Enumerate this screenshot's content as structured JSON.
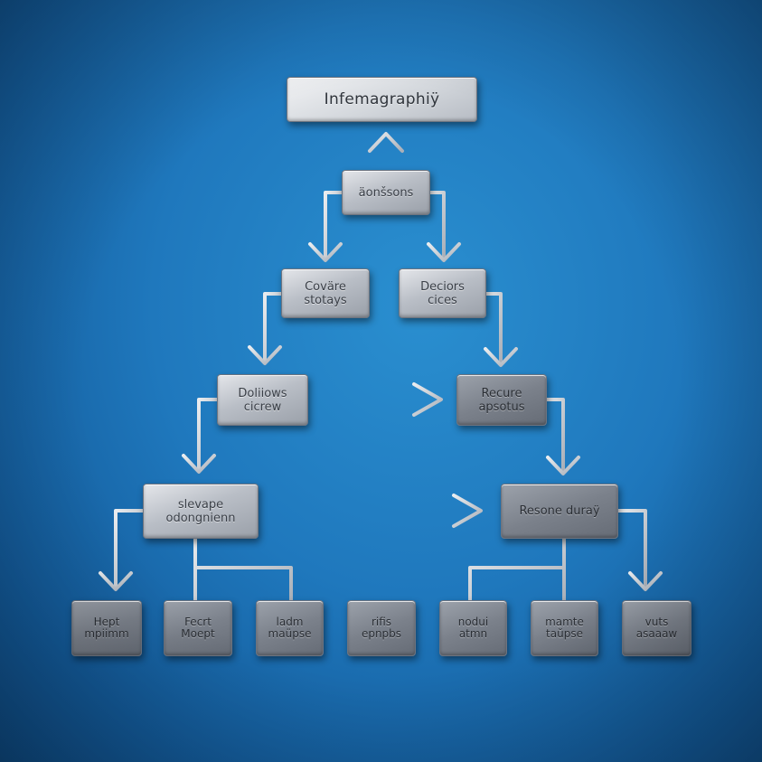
{
  "diagram": {
    "nodes": [
      {
        "id": "title",
        "label": "Infemagraphiÿ"
      },
      {
        "id": "n1",
        "label": "äonšsons"
      },
      {
        "id": "n2",
        "label": "Coväre\nstotays"
      },
      {
        "id": "n3",
        "label": "Deciors\ncices"
      },
      {
        "id": "n4",
        "label": "Doliiows\ncicrew"
      },
      {
        "id": "n5",
        "label": "Recure\napsotus"
      },
      {
        "id": "n6",
        "label": "slevape\nodongnienn"
      },
      {
        "id": "n7",
        "label": "Resone duraÿ"
      },
      {
        "id": "b1",
        "label": "Hept\nmpiimm"
      },
      {
        "id": "b2",
        "label": "Fecrt\nMoept"
      },
      {
        "id": "b3",
        "label": "ladm\nmaüpse"
      },
      {
        "id": "b4",
        "label": "rifis\nepnpbs"
      },
      {
        "id": "b5",
        "label": "nodui\natmn"
      },
      {
        "id": "b6",
        "label": "mamte\ntaŭpse"
      },
      {
        "id": "b7",
        "label": "vuts\nasaaaw"
      }
    ]
  }
}
